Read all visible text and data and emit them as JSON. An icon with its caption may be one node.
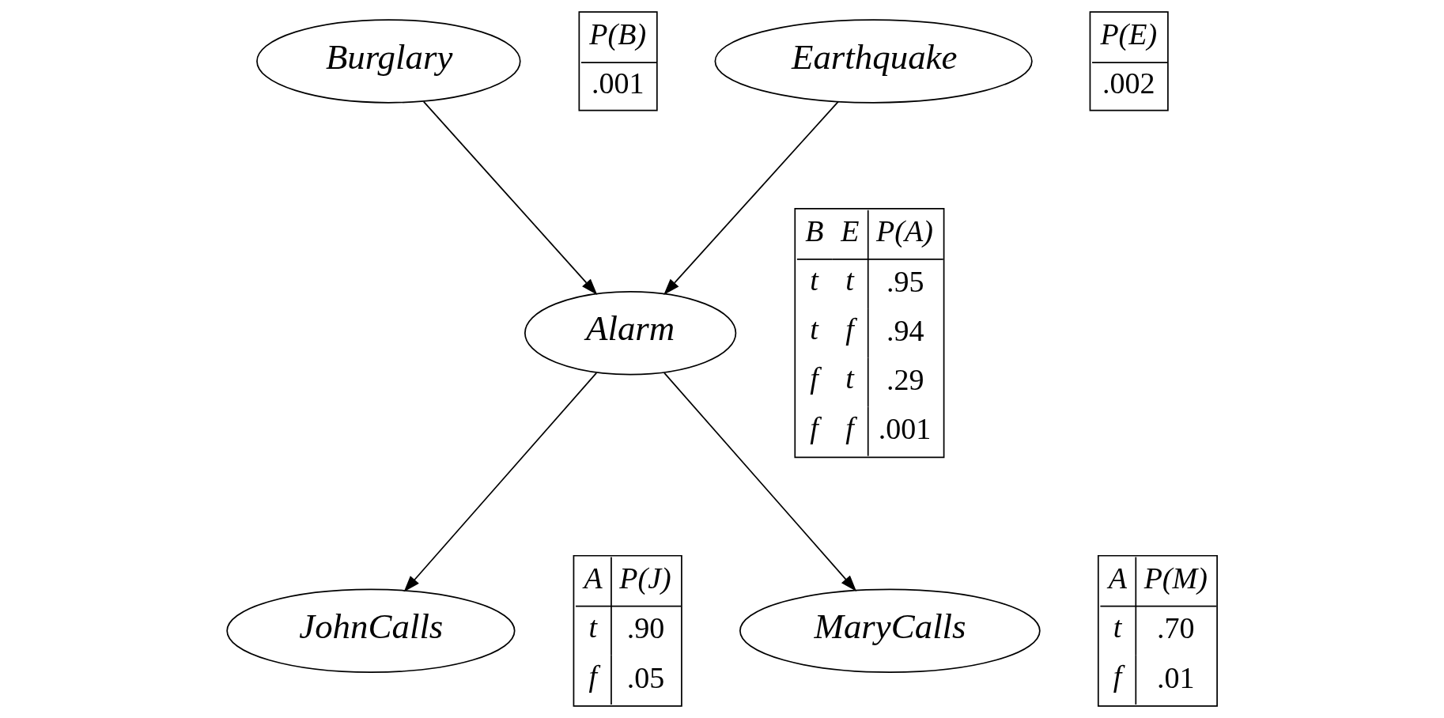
{
  "diagram": {
    "nodes": [
      {
        "text": [
          "Burglary"
        ]
      },
      {
        "text": [
          "P(B)",
          ".001"
        ]
      },
      {
        "text": [
          "Earthquake"
        ]
      },
      {
        "text": [
          "P(E)",
          ".002"
        ]
      },
      {
        "text": [
          "Alarm"
        ]
      },
      {
        "text": [
          "B",
          "E",
          "P(A)",
          "t",
          "t",
          ".95",
          "t",
          "f",
          ".94",
          "f",
          "t",
          ".29",
          "f",
          "f",
          ".001"
        ]
      },
      {
        "text": [
          "JohnCalls"
        ]
      },
      {
        "text": [
          "A",
          "P(J)",
          "t",
          ".90",
          "f",
          ".05"
        ]
      },
      {
        "text": [
          "MaryCalls"
        ]
      },
      {
        "text": [
          "A",
          "P(M)",
          "t",
          ".70",
          "f",
          ".01"
        ]
      }
    ],
    "edges": [
      {
        "from": 0,
        "to": 4,
        "arrow": "to"
      },
      {
        "from": 2,
        "to": 4,
        "arrow": "to"
      },
      {
        "from": 4,
        "to": 6,
        "arrow": "to"
      },
      {
        "from": 4,
        "to": 8,
        "arrow": "to"
      }
    ]
  }
}
